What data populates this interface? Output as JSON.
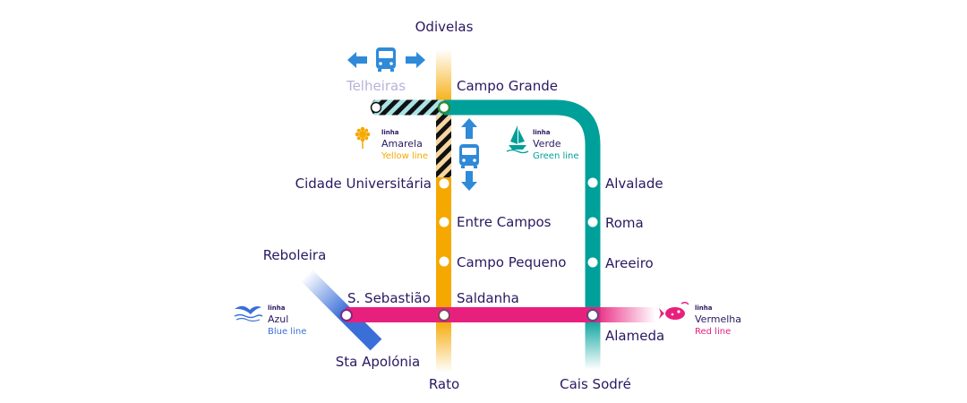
{
  "colors": {
    "yellow": "#f5a800",
    "green": "#00a09a",
    "red": "#e8207d",
    "blue": "#3a6fd8",
    "text": "#2a1860",
    "faded_text": "#b9b1d8",
    "bus": "#2f8ad8",
    "works": "#a8e4e6"
  },
  "stations": {
    "odivelas": "Odivelas",
    "telheiras": "Telheiras",
    "campo_grande": "Campo Grande",
    "cidade_universitaria": "Cidade Universitária",
    "entre_campos": "Entre Campos",
    "campo_pequeno": "Campo Pequeno",
    "saldanha": "Saldanha",
    "rato": "Rato",
    "alvalade": "Alvalade",
    "roma": "Roma",
    "areeiro": "Areeiro",
    "alameda": "Alameda",
    "cais_sodre": "Cais Sodré",
    "reboleira": "Reboleira",
    "s_sebastiao": "S. Sebastião",
    "sta_apolonia": "Sta Apolónia"
  },
  "legend": {
    "yellow": {
      "prefix": "linha",
      "name": "Amarela",
      "english": "Yellow line",
      "icon": "sunflower-icon"
    },
    "green": {
      "prefix": "linha",
      "name": "Verde",
      "english": "Green line",
      "icon": "caravel-icon"
    },
    "blue": {
      "prefix": "linha",
      "name": "Azul",
      "english": "Blue line",
      "icon": "seagull-icon"
    },
    "red": {
      "prefix": "linha",
      "name": "Vermelha",
      "english": "Red line",
      "icon": "compass-rose-icon"
    }
  },
  "icons": {
    "bus_horizontal": "bus-icon",
    "bus_vertical": "bus-icon",
    "arrow_left": "arrow-left-icon",
    "arrow_right": "arrow-right-icon",
    "arrow_up": "arrow-up-icon",
    "arrow_down": "arrow-down-icon"
  }
}
